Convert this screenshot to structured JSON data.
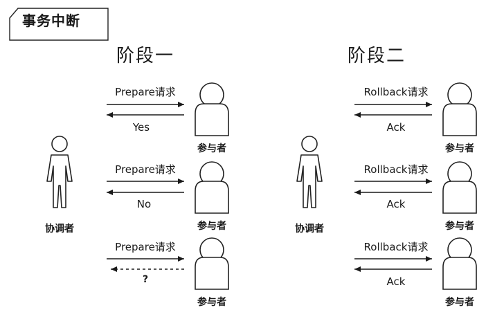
{
  "tag": {
    "text": "事务中断"
  },
  "phase1": {
    "title": "阶段一",
    "coordinator": "协调者",
    "rows": [
      {
        "request": "Prepare请求",
        "response": "Yes",
        "participant": "参与者"
      },
      {
        "request": "Prepare请求",
        "response": "No",
        "participant": "参与者"
      },
      {
        "request": "Prepare请求",
        "response": "?",
        "participant": "参与者"
      }
    ]
  },
  "phase2": {
    "title": "阶段二",
    "coordinator": "协调者",
    "rows": [
      {
        "request": "Rollback请求",
        "response": "Ack",
        "participant": "参与者"
      },
      {
        "request": "Rollback请求",
        "response": "Ack",
        "participant": "参与者"
      },
      {
        "request": "Rollback请求",
        "response": "Ack",
        "participant": "参与者"
      }
    ]
  }
}
